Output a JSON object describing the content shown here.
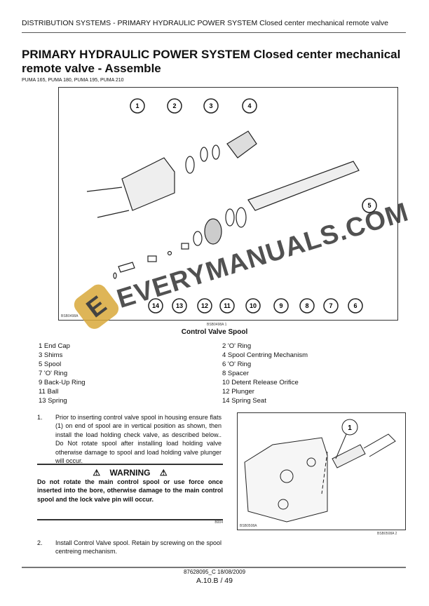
{
  "header": {
    "running_title": "DISTRIBUTION SYSTEMS - PRIMARY HYDRAULIC POWER SYSTEM Closed center mechanical remote valve"
  },
  "title": "PRIMARY HYDRAULIC POWER SYSTEM Closed center mechanical remote valve - Assemble",
  "models": "PUMA 165, PUMA 180, PUMA 195, PUMA 210",
  "figure1": {
    "code": "BSB0498A",
    "ref": "BSB0498A   1",
    "title": "Control Valve Spool",
    "callouts": [
      "1",
      "2",
      "3",
      "4",
      "5",
      "6",
      "7",
      "8",
      "9",
      "10",
      "11",
      "12",
      "13",
      "14"
    ]
  },
  "legend_left": [
    "1 End Cap",
    "3 Shims",
    "5 Spool",
    "7 'O' Ring",
    "9 Back-Up Ring",
    "11 Ball",
    "13 Spring"
  ],
  "legend_right": [
    "2 'O' Ring",
    "4 Spool Centring Mechanism",
    "6 'O' Ring",
    "8 Spacer",
    "10 Detent Release Orifice",
    "12 Plunger",
    "14 Spring Seat"
  ],
  "steps": [
    {
      "num": "1.",
      "text": "Prior to inserting control valve spool in housing ensure flats (1) on end of spool are in vertical position as shown, then install the load holding check valve, as described below.. Do Not rotate spool after installing load holding valve otherwise damage to spool and load holding valve plunger will occur."
    },
    {
      "num": "2.",
      "text": "Install Control Valve spool.  Retain by screwing on the spool centreing mechanism."
    }
  ],
  "warning": {
    "heading": "WARNING",
    "text": "Do not rotate the main control spool or use force once inserted into the bore, otherwise damage to the main control spool and the lock valve pin will occur.",
    "code": "B004"
  },
  "figure2": {
    "code": "BSB0508A",
    "ref": "BSB0508A   2",
    "callout": "1"
  },
  "footer": {
    "doc": "87628095_C 18/08/2009",
    "page": "A.10.B / 49"
  },
  "watermark": {
    "text": "EVERYMANUALS.COM",
    "logo": "E"
  }
}
